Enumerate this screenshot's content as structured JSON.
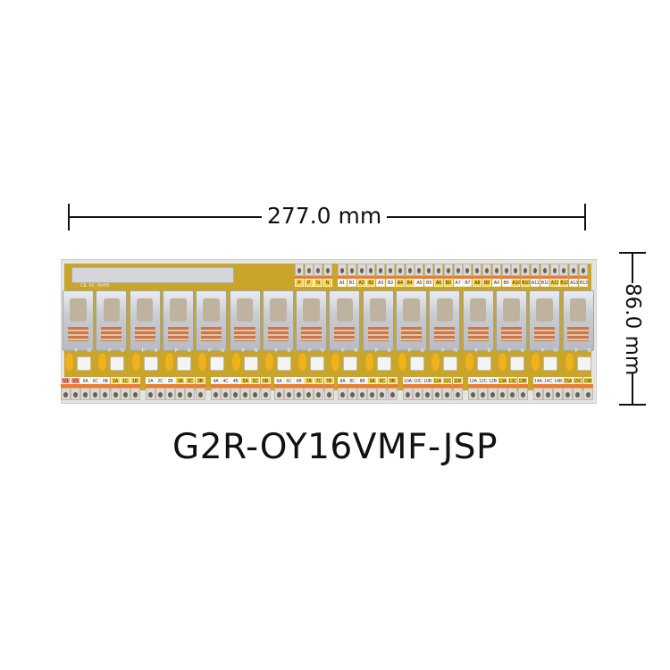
{
  "width_dimension": {
    "label": "277.0 mm",
    "value_mm": 277.0
  },
  "height_dimension": {
    "label": "86.0 mm",
    "value_mm": 86.0
  },
  "product_title": "G2R-OY16VMF-JSP",
  "board": {
    "relay_count": 16,
    "pcb_markings": [
      "CE",
      "FC",
      "RoHS"
    ],
    "top_terminals": [
      "P",
      "P",
      "N",
      "N",
      "A1",
      "B1",
      "A2",
      "B2",
      "A3",
      "B3",
      "A4",
      "B4",
      "A5",
      "B5",
      "A6",
      "B6",
      "A7",
      "B7",
      "A8",
      "B8",
      "A9",
      "B9",
      "A10",
      "B10",
      "A11",
      "B11",
      "A12",
      "B12",
      "A13",
      "B13"
    ],
    "bottom_terminal_groups": [
      [
        "V1",
        "V1",
        "0A",
        "0C",
        "0B",
        "1A",
        "1C",
        "1B"
      ],
      [
        "2A",
        "2C",
        "2B",
        "3A",
        "3C",
        "3B"
      ],
      [
        "4A",
        "4C",
        "4B",
        "5A",
        "5C",
        "5B"
      ],
      [
        "6A",
        "6C",
        "6B",
        "7A",
        "7C",
        "7B"
      ],
      [
        "8A",
        "8C",
        "8B",
        "9A",
        "9C",
        "9B"
      ],
      [
        "10A",
        "10C",
        "10B",
        "11A",
        "11C",
        "11B"
      ],
      [
        "12A",
        "12C",
        "12B",
        "13A",
        "13C",
        "13B"
      ],
      [
        "14A",
        "14C",
        "14B",
        "15A",
        "15C",
        "15B"
      ]
    ],
    "socket_labels": [
      "P",
      "N"
    ],
    "colors": {
      "pcb": "#c9a52a",
      "label_yellow": "#f5d23a",
      "label_white": "#ffffff",
      "label_red": "#f48a7a",
      "accent_orange": "#f07a2a"
    }
  }
}
